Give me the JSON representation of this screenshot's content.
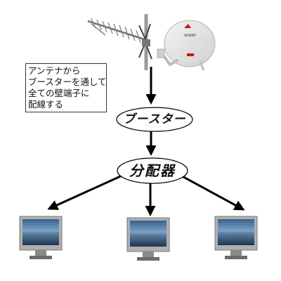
{
  "note": {
    "lines": [
      "アンテナから",
      "ブースターを通して",
      "全ての壁端子に",
      "配線する"
    ]
  },
  "diagram": {
    "booster_label": "ブースター",
    "splitter_label": "分配器",
    "dish_brand": "SHARP",
    "tv_count": 3
  },
  "icons": [
    "uhf-antenna-icon",
    "satellite-dish-icon",
    "tv-icon"
  ]
}
